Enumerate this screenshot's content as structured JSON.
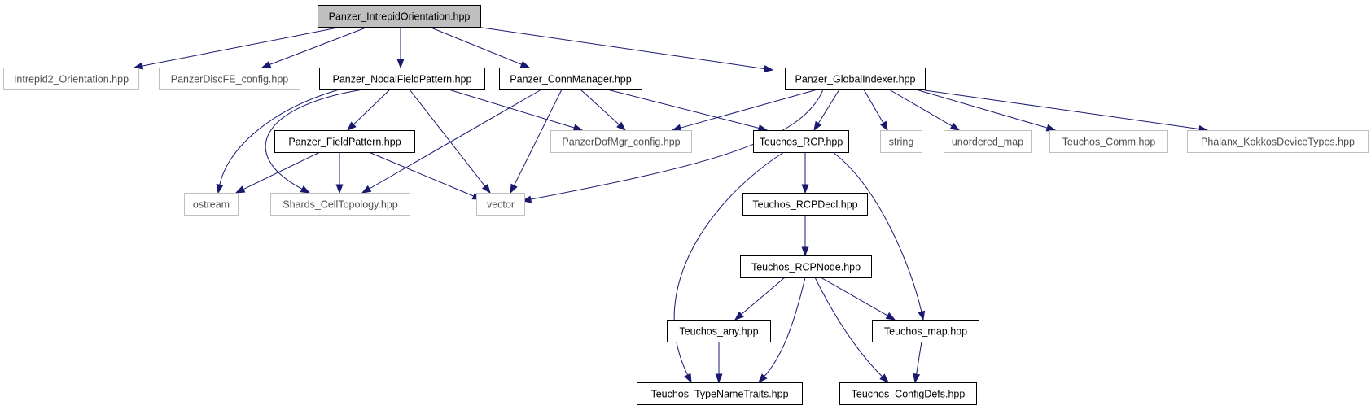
{
  "colors": {
    "edge": "#191970",
    "root_fill": "#bfbfbf",
    "root_border": "#000000",
    "documented_border": "#000000",
    "external_border": "#bfbfbf",
    "documented_text": "#000000",
    "external_text": "#4d4d4d"
  },
  "nodes": [
    {
      "id": "root",
      "label": "Panzer_IntrepidOrientation.hpp",
      "kind": "root"
    },
    {
      "id": "intrepid2",
      "label": "Intrepid2_Orientation.hpp",
      "kind": "external"
    },
    {
      "id": "discfe",
      "label": "PanzerDiscFE_config.hpp",
      "kind": "external"
    },
    {
      "id": "nodal",
      "label": "Panzer_NodalFieldPattern.hpp",
      "kind": "documented"
    },
    {
      "id": "connmgr",
      "label": "Panzer_ConnManager.hpp",
      "kind": "documented"
    },
    {
      "id": "globalidx",
      "label": "Panzer_GlobalIndexer.hpp",
      "kind": "documented"
    },
    {
      "id": "fieldpattern",
      "label": "Panzer_FieldPattern.hpp",
      "kind": "documented"
    },
    {
      "id": "dofmgr",
      "label": "PanzerDofMgr_config.hpp",
      "kind": "external"
    },
    {
      "id": "rcp",
      "label": "Teuchos_RCP.hpp",
      "kind": "documented"
    },
    {
      "id": "string",
      "label": "string",
      "kind": "external"
    },
    {
      "id": "unordered_map",
      "label": "unordered_map",
      "kind": "external"
    },
    {
      "id": "comm",
      "label": "Teuchos_Comm.hpp",
      "kind": "external"
    },
    {
      "id": "phalanx",
      "label": "Phalanx_KokkosDeviceTypes.hpp",
      "kind": "external"
    },
    {
      "id": "ostream",
      "label": "ostream",
      "kind": "external"
    },
    {
      "id": "shards",
      "label": "Shards_CellTopology.hpp",
      "kind": "external"
    },
    {
      "id": "vector",
      "label": "vector",
      "kind": "external"
    },
    {
      "id": "rcpdecl",
      "label": "Teuchos_RCPDecl.hpp",
      "kind": "documented"
    },
    {
      "id": "rcpnode",
      "label": "Teuchos_RCPNode.hpp",
      "kind": "documented"
    },
    {
      "id": "any",
      "label": "Teuchos_any.hpp",
      "kind": "documented"
    },
    {
      "id": "map",
      "label": "Teuchos_map.hpp",
      "kind": "documented"
    },
    {
      "id": "typenametraits",
      "label": "Teuchos_TypeNameTraits.hpp",
      "kind": "documented"
    },
    {
      "id": "configdefs",
      "label": "Teuchos_ConfigDefs.hpp",
      "kind": "documented"
    }
  ],
  "edges": [
    {
      "from": "root",
      "to": "intrepid2"
    },
    {
      "from": "root",
      "to": "discfe"
    },
    {
      "from": "root",
      "to": "nodal"
    },
    {
      "from": "root",
      "to": "connmgr"
    },
    {
      "from": "root",
      "to": "globalidx"
    },
    {
      "from": "nodal",
      "to": "fieldpattern"
    },
    {
      "from": "nodal",
      "to": "ostream"
    },
    {
      "from": "nodal",
      "to": "shards"
    },
    {
      "from": "nodal",
      "to": "vector"
    },
    {
      "from": "nodal",
      "to": "dofmgr"
    },
    {
      "from": "connmgr",
      "to": "dofmgr"
    },
    {
      "from": "connmgr",
      "to": "shards"
    },
    {
      "from": "connmgr",
      "to": "vector"
    },
    {
      "from": "connmgr",
      "to": "rcp"
    },
    {
      "from": "globalidx",
      "to": "dofmgr"
    },
    {
      "from": "globalidx",
      "to": "rcp"
    },
    {
      "from": "globalidx",
      "to": "vector"
    },
    {
      "from": "globalidx",
      "to": "string"
    },
    {
      "from": "globalidx",
      "to": "unordered_map"
    },
    {
      "from": "globalidx",
      "to": "comm"
    },
    {
      "from": "globalidx",
      "to": "phalanx"
    },
    {
      "from": "fieldpattern",
      "to": "ostream"
    },
    {
      "from": "fieldpattern",
      "to": "shards"
    },
    {
      "from": "fieldpattern",
      "to": "vector"
    },
    {
      "from": "rcp",
      "to": "rcpdecl"
    },
    {
      "from": "rcp",
      "to": "typenametraits"
    },
    {
      "from": "rcp",
      "to": "map"
    },
    {
      "from": "rcpdecl",
      "to": "rcpnode"
    },
    {
      "from": "rcpnode",
      "to": "any"
    },
    {
      "from": "rcpnode",
      "to": "map"
    },
    {
      "from": "rcpnode",
      "to": "typenametraits"
    },
    {
      "from": "rcpnode",
      "to": "configdefs"
    },
    {
      "from": "any",
      "to": "typenametraits"
    },
    {
      "from": "map",
      "to": "configdefs"
    }
  ]
}
